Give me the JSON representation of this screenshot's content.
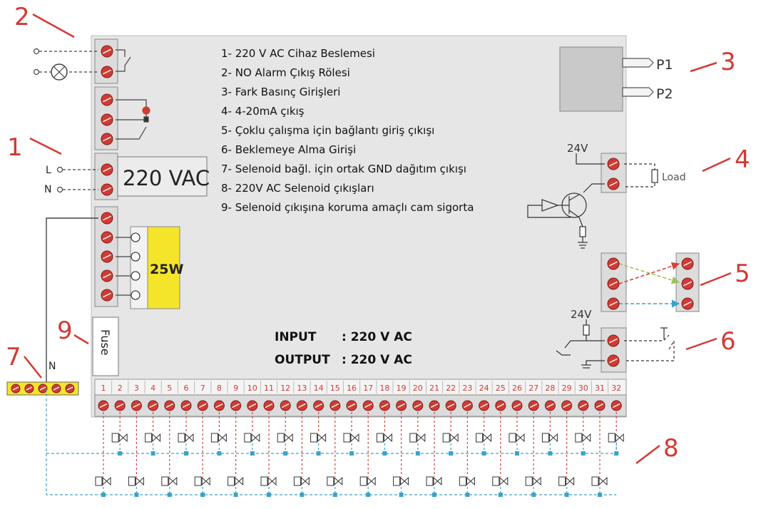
{
  "legend": [
    "1- 220 V AC Cihaz Beslemesi",
    "2- NO Alarm Çıkış Rölesi",
    "3- Fark Basınç Girişleri",
    "4- 4-20mA çıkış",
    "5- Çoklu çalışma için bağlantı giriş çıkışı",
    "6- Beklemeye Alma Girişi",
    "7- Selenoid bağl. için ortak GND dağıtım çıkışı",
    "8- 220V AC Selenoid çıkışları",
    "9- Selenoid çıkışına koruma amaçlı cam sigorta"
  ],
  "callouts": [
    "1",
    "2",
    "3",
    "4",
    "5",
    "6",
    "7",
    "8",
    "9"
  ],
  "labels": {
    "vac": "220 VAC",
    "L": "L",
    "N": "N",
    "N_bus": "N",
    "p1": "P1",
    "p2": "P2",
    "v24_a": "24V",
    "v24_b": "24V",
    "load": "Load",
    "watt": "25W",
    "fuse": "Fuse",
    "input_key": "INPUT",
    "input_val": ": 220 V AC",
    "output_key": "OUTPUT",
    "output_val": ": 220 V AC"
  },
  "terminals": [
    "1",
    "2",
    "3",
    "4",
    "5",
    "6",
    "7",
    "8",
    "9",
    "10",
    "11",
    "12",
    "13",
    "14",
    "15",
    "16",
    "17",
    "18",
    "19",
    "20",
    "21",
    "22",
    "23",
    "24",
    "25",
    "26",
    "27",
    "28",
    "29",
    "30",
    "31",
    "32"
  ],
  "colors": {
    "callout": "#d23a34",
    "screw": "#d23a34",
    "relay_fill": "#f5e52a",
    "panel": "#e6e6e6",
    "wire_blue": "#3aa3c8",
    "wire_red": "#d0463f",
    "wire_green": "#9cc35a"
  }
}
